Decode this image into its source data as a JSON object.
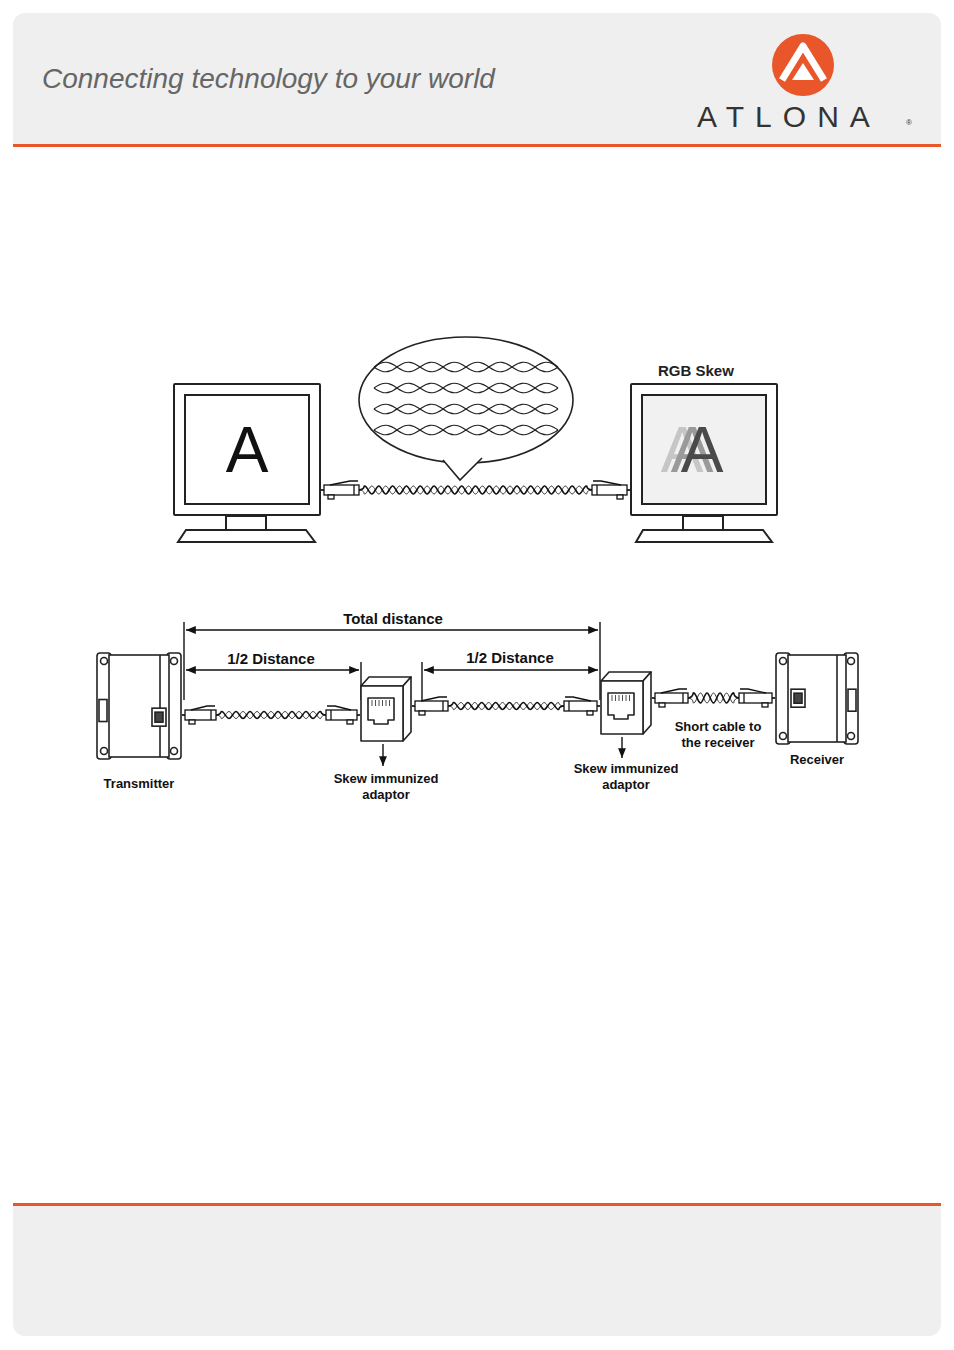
{
  "diagram": {
    "title": "Connecting technology to your world",
    "nodes": [
      {
        "text": [
          "A"
        ]
      },
      {
        "text": [
          "RGB Skew",
          "A"
        ]
      },
      {
        "text": [
          "Transmitter"
        ]
      },
      {
        "text": [
          "Skew immunized adaptor"
        ]
      },
      {
        "text": [
          "Skew immunized adaptor"
        ]
      },
      {
        "text": [
          "Receiver"
        ]
      }
    ],
    "edges": [
      {
        "from": 0,
        "to": 1,
        "arrow": "none"
      },
      {
        "from": 2,
        "to": 3,
        "arrow": "none"
      },
      {
        "from": 3,
        "to": 4,
        "arrow": "none"
      },
      {
        "from": 4,
        "to": 5,
        "label": "Short cable to the receiver",
        "arrow": "none"
      }
    ],
    "labels": [
      "ATLONA",
      "®",
      "Total distance",
      "1/2 Distance",
      "1/2 Distance"
    ]
  }
}
